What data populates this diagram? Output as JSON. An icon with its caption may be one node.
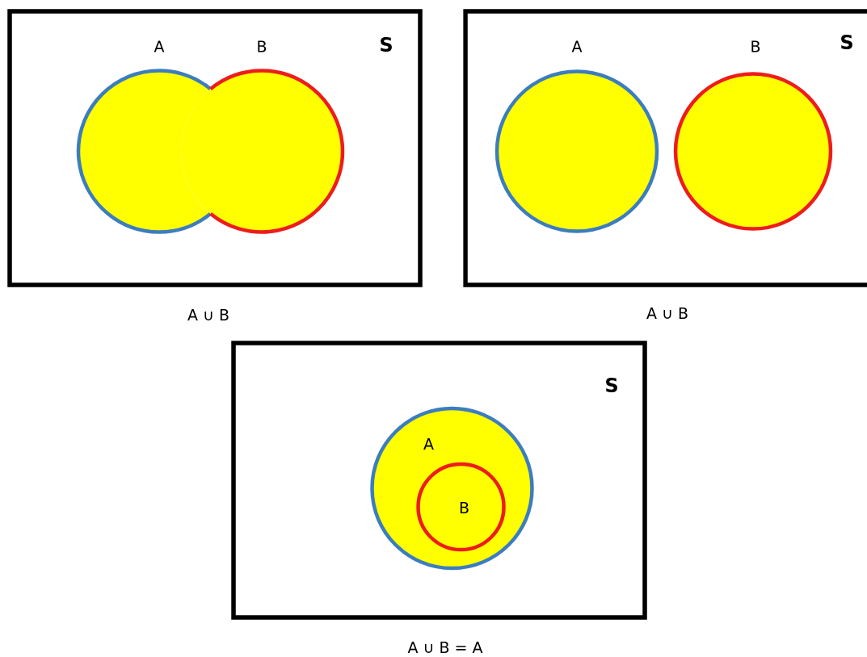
{
  "diagram": {
    "nodes": [
      {
        "text": [
          "S"
        ]
      },
      {
        "text": [
          "A"
        ],
        "in": 0
      },
      {
        "text": [
          "B"
        ],
        "in": 0
      },
      {
        "text": [
          "S"
        ]
      },
      {
        "text": [
          "A"
        ],
        "in": 3
      },
      {
        "text": [
          "B"
        ],
        "in": 3
      },
      {
        "text": [
          "S"
        ]
      },
      {
        "text": [
          "A"
        ],
        "in": 6
      },
      {
        "text": [
          "B"
        ],
        "in": 7
      }
    ],
    "labels": [
      "A ∪ B",
      "A ∪ B",
      "A ∪ B = A"
    ]
  }
}
